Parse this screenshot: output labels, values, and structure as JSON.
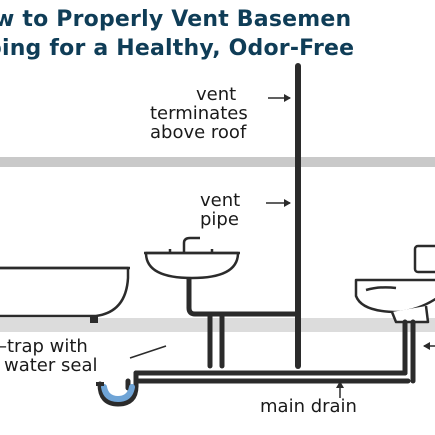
{
  "title": {
    "line1": "w to Properly Vent Basemen",
    "line2": "bing for a Healthy, Odor-Free"
  },
  "labels": {
    "vent_terminates_1": "vent",
    "vent_terminates_2": "terminates",
    "vent_terminates_3": "above roof",
    "vent_pipe_1": "vent",
    "vent_pipe_2": "pipe",
    "trap_1": "–trap with",
    "trap_2": "water seal",
    "main_drain": "main drain"
  },
  "colors": {
    "title": "#0f3d57",
    "pipe": "#2b2b2b",
    "trap_water": "#6fa4d6",
    "band": "#c9c9c9",
    "floor": "#d9d9d9"
  }
}
